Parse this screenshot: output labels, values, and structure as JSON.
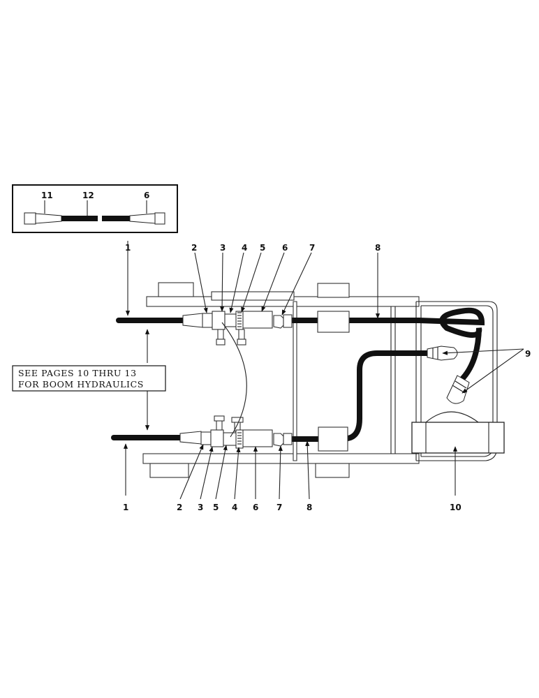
{
  "callouts": {
    "inset_11": "11",
    "inset_12": "12",
    "inset_6": "6",
    "top_2": "2",
    "top_3": "3",
    "top_4": "4",
    "top_5": "5",
    "top_6": "6",
    "top_7": "7",
    "top_8": "8",
    "right_9": "9",
    "bottom_1": "1",
    "bottom_2": "2",
    "bottom_3": "3",
    "bottom_5": "5",
    "bottom_4": "4",
    "bottom_6": "6",
    "bottom_7": "7",
    "bottom_8": "8",
    "bottom_10": "10"
  },
  "note": {
    "line1": "SEE PAGES 10 THRU 13",
    "line2": "FOR BOOM HYDRAULICS"
  },
  "colors": {
    "ink": "#111111",
    "paper": "#ffffff"
  }
}
